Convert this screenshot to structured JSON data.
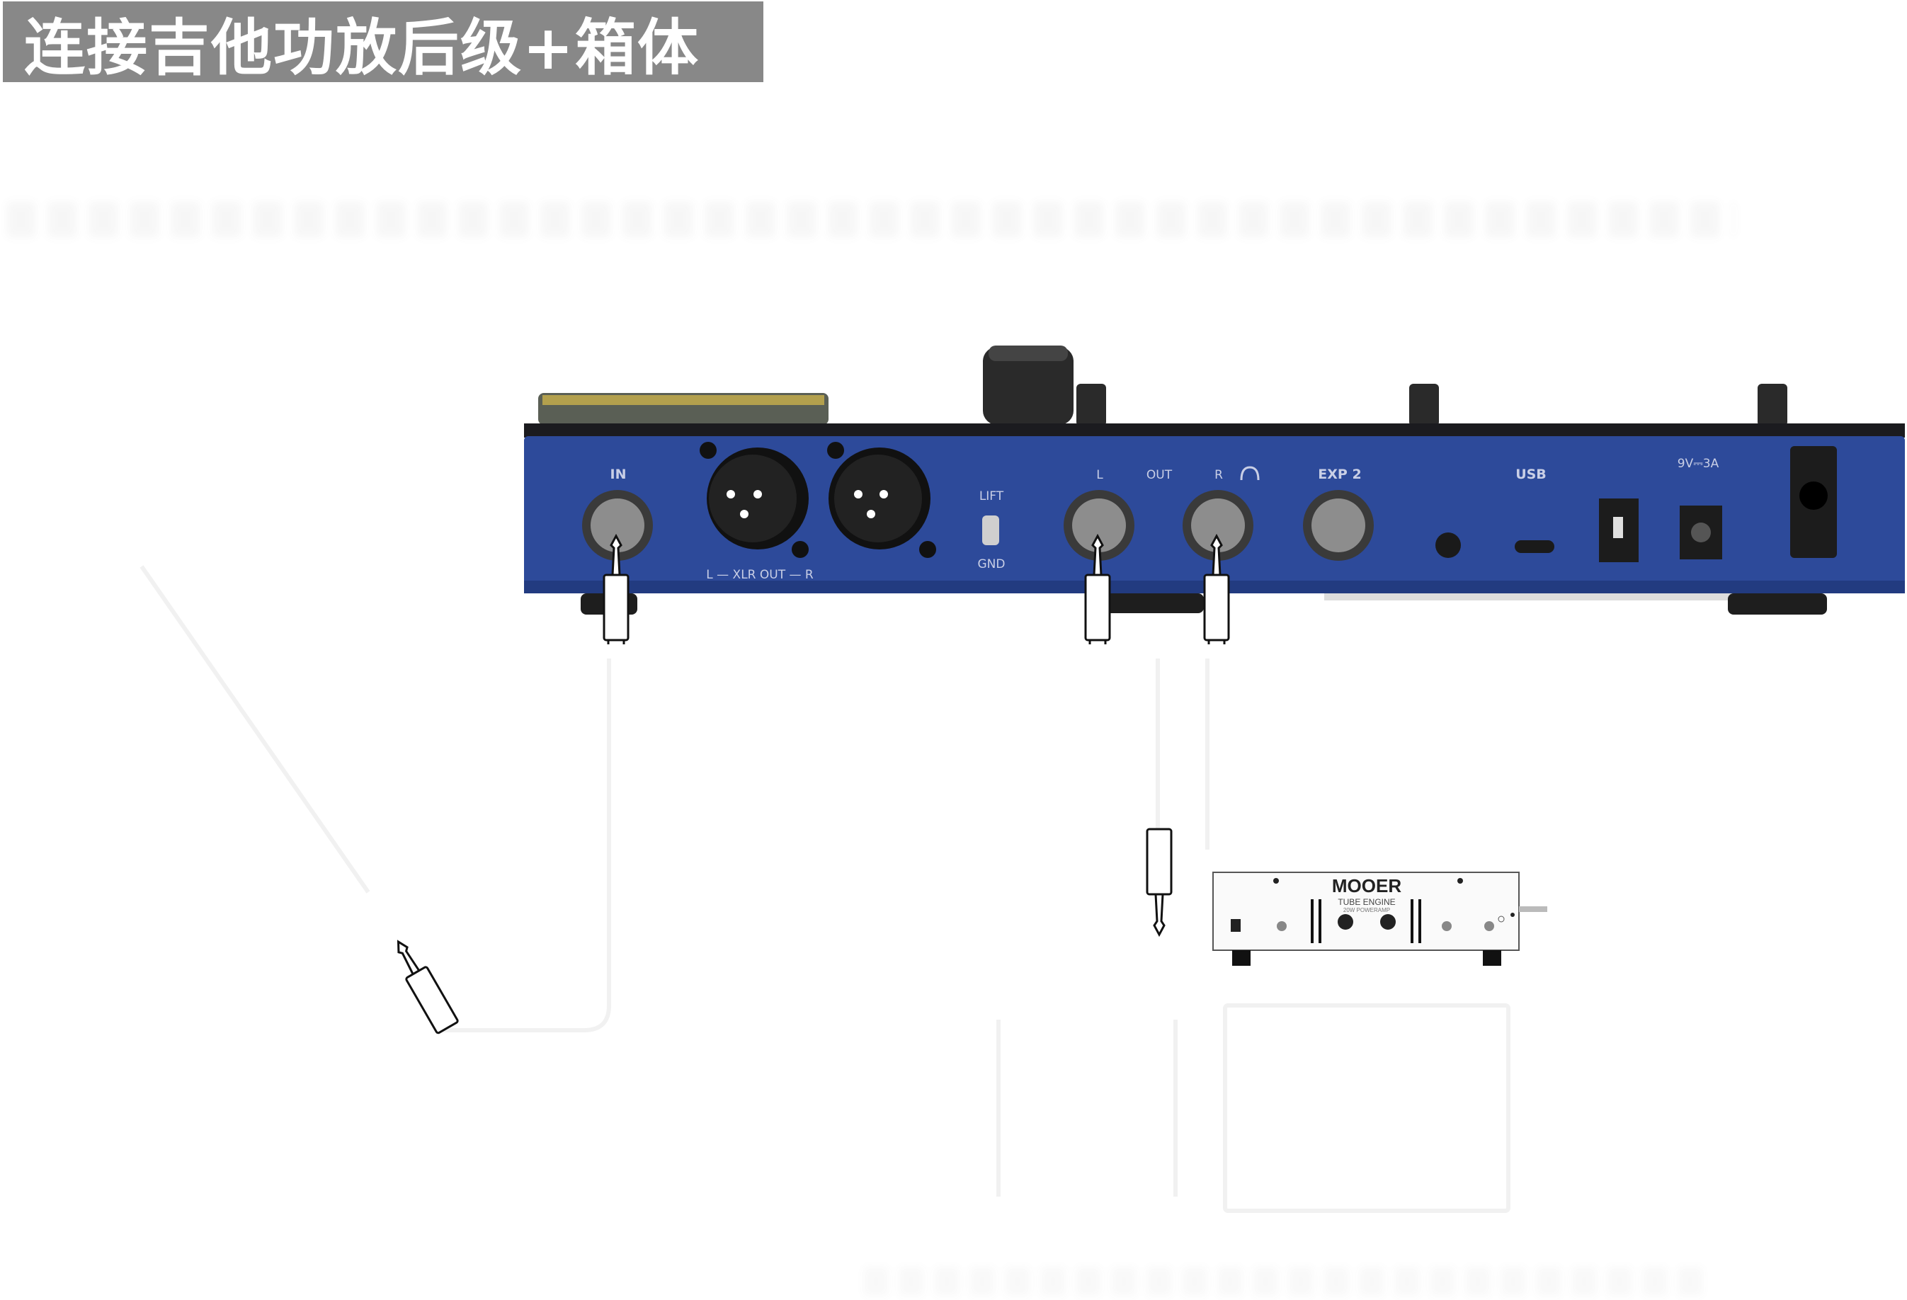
{
  "title": "连接吉他功放后级+箱体",
  "device": {
    "input_label": "IN",
    "xlr_label": "L — XLR OUT — R",
    "lift_label": "LIFT",
    "gnd_label": "GND",
    "out_l_label": "L",
    "out_mid_label": "OUT",
    "out_r_label": "R",
    "exp_label": "EXP 2",
    "usb_label": "USB",
    "power_label": "9V⎓3A",
    "body_color": "#2d4a9a",
    "top_color": "#1b1b1f"
  },
  "amp": {
    "brand": "MOOER",
    "model": "TUBE ENGINE",
    "subtitle": "20W POWERAMP"
  }
}
